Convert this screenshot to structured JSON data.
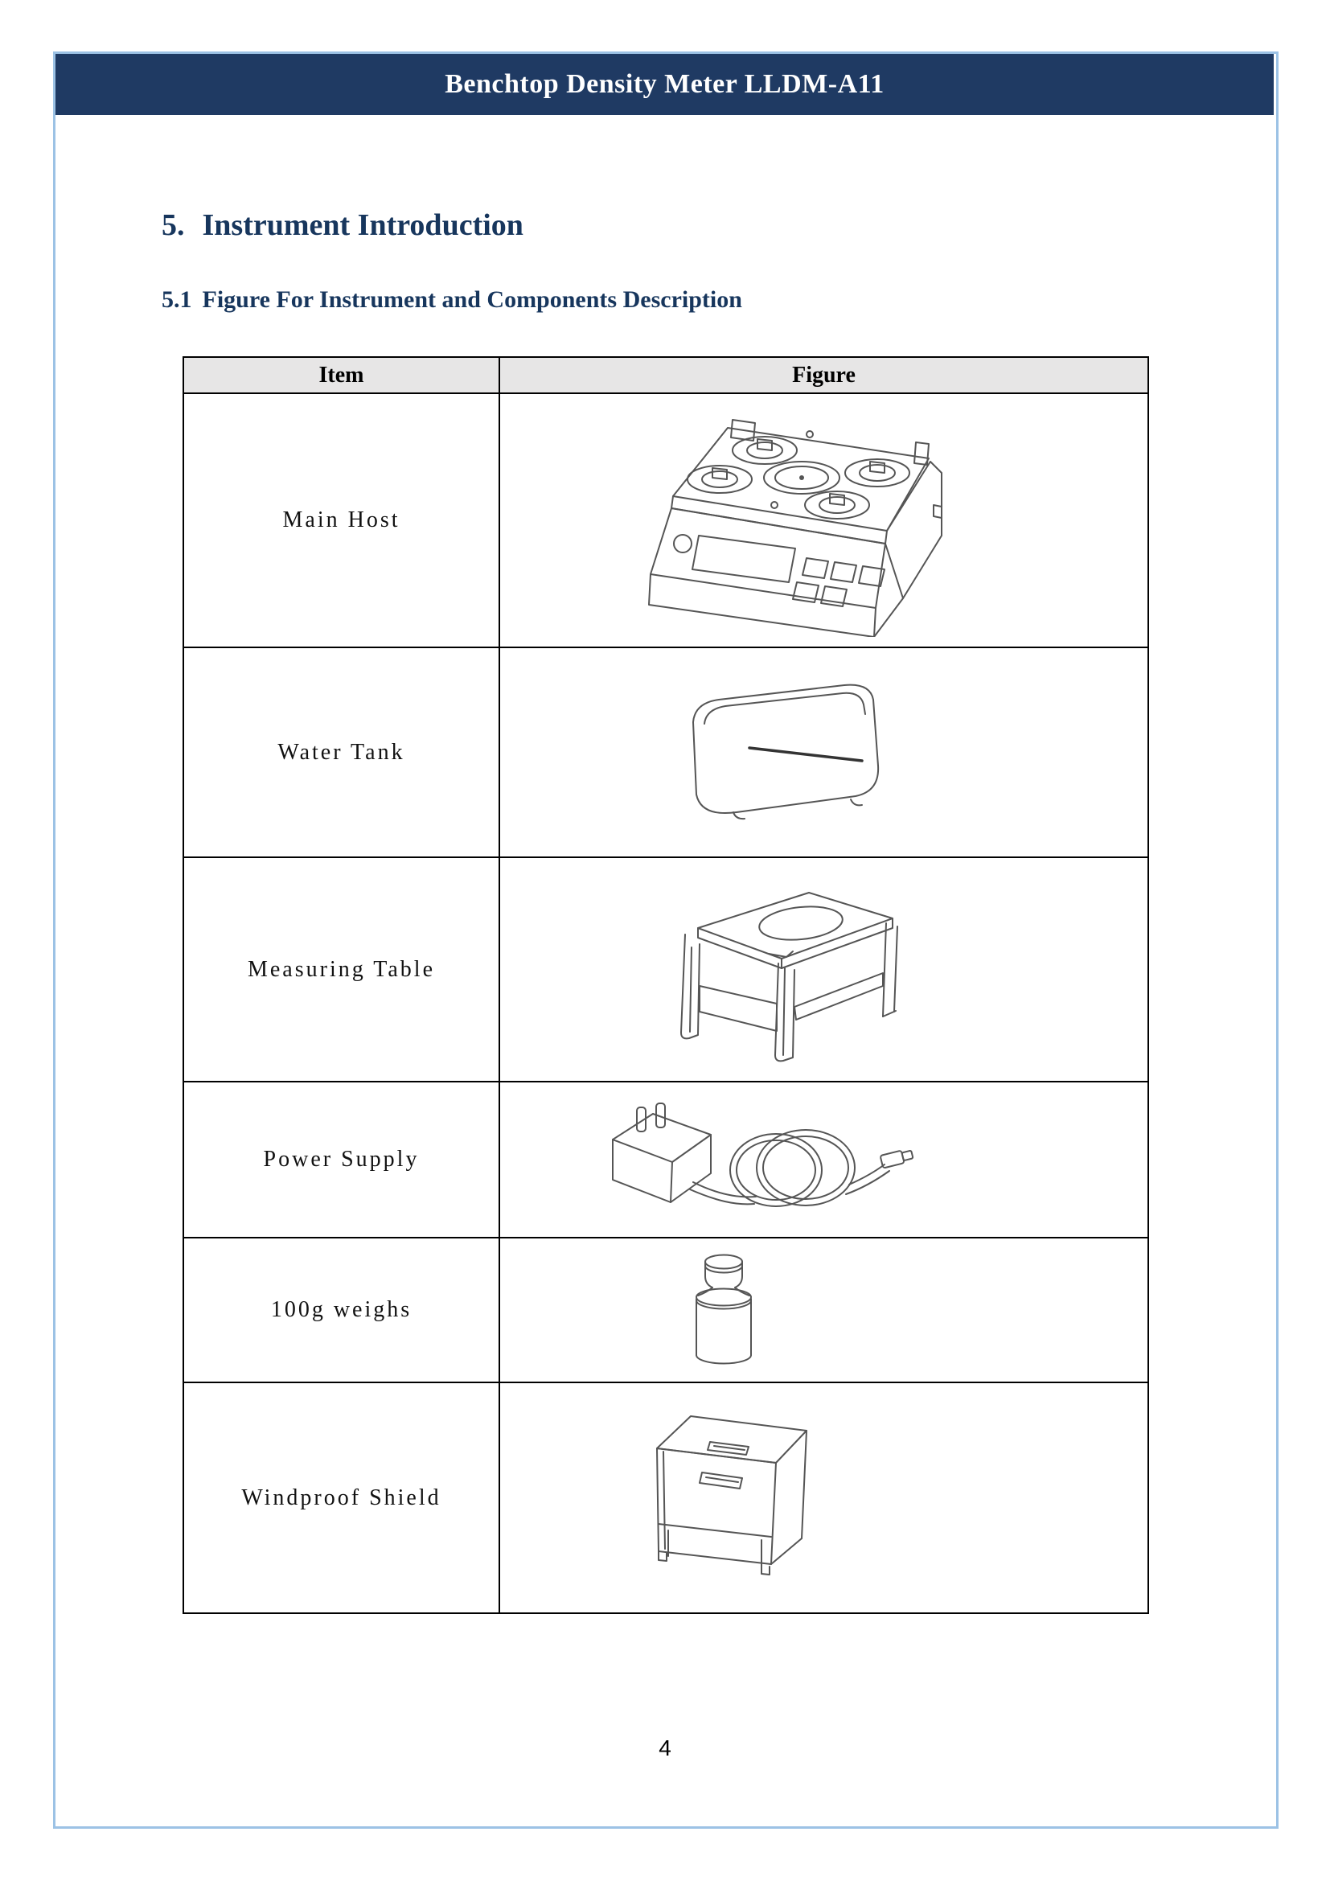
{
  "header": {
    "title": "Benchtop Density Meter LLDM-A11"
  },
  "section": {
    "number": "5.",
    "title": "Instrument Introduction"
  },
  "subsection": {
    "number": "5.1",
    "title": "Figure For Instrument and Components Description"
  },
  "table": {
    "columns": [
      "Item",
      "Figure"
    ],
    "rows": [
      {
        "item": "Main Host",
        "figure": "main-host-balance-line-drawing"
      },
      {
        "item": "Water Tank",
        "figure": "water-tank-line-drawing"
      },
      {
        "item": "Measuring Table",
        "figure": "measuring-table-line-drawing"
      },
      {
        "item": "Power Supply",
        "figure": "power-adapter-with-cable-line-drawing"
      },
      {
        "item": "100g weighs",
        "figure": "100g-calibration-weight-line-drawing"
      },
      {
        "item": "Windproof Shield",
        "figure": "windproof-shield-line-drawing"
      }
    ]
  },
  "footer": {
    "page_number": "4"
  },
  "colors": {
    "header_bar": "#1f3a63",
    "heading_text": "#17365d",
    "table_header_bg": "#e7e6e6",
    "page_border": "#9cc2e5"
  }
}
